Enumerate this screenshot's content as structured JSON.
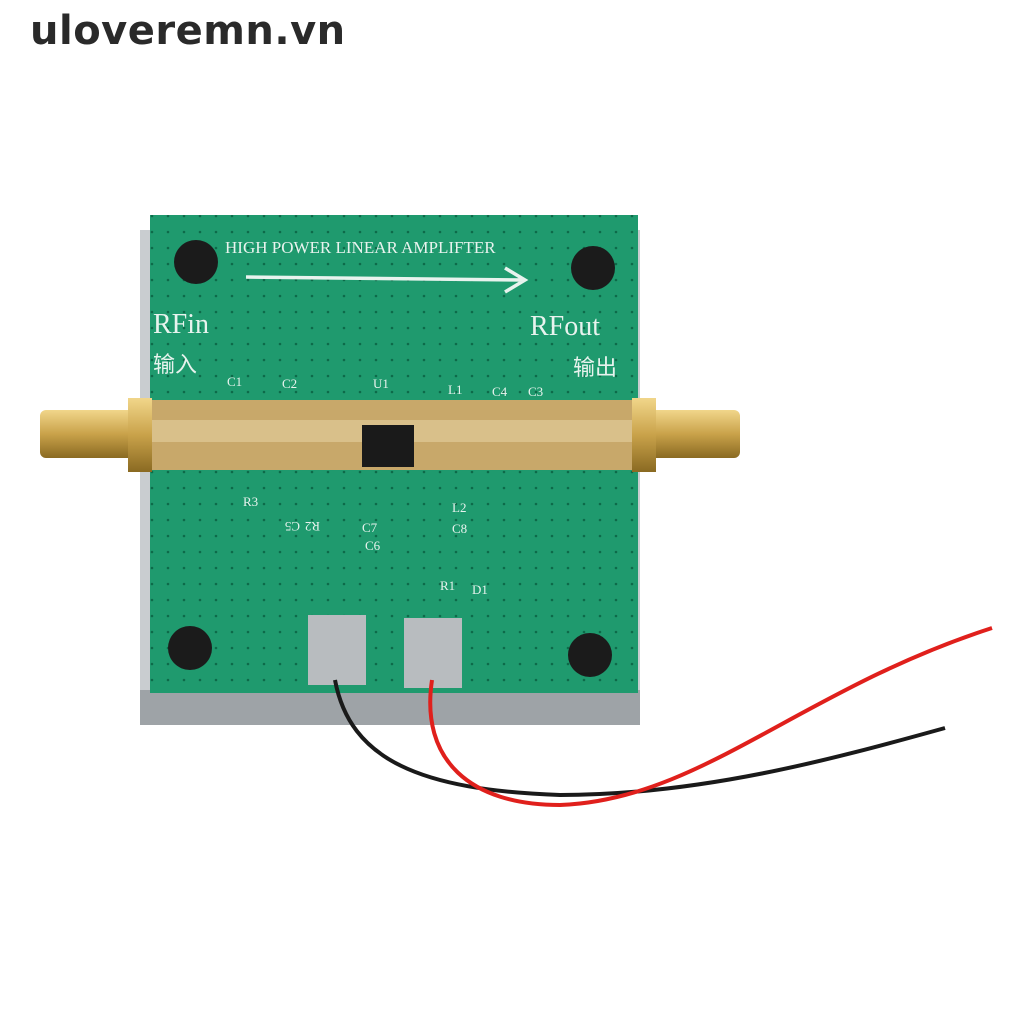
{
  "watermark": "uloveremn.vn",
  "board": {
    "title": "HIGH POWER LINEAR AMPLIFTER",
    "rf_in": "RFin",
    "rf_in_cn": "输入",
    "rf_out": "RFout",
    "rf_out_cn": "输出",
    "labels": {
      "c1": "C1",
      "c2": "C2",
      "u1": "U1",
      "l1": "L1",
      "c4": "C4",
      "c3": "C3",
      "r3": "R3",
      "c5": "C5",
      "r2": "R2",
      "c7": "C7",
      "c6": "C6",
      "l2": "L2",
      "c8": "C8",
      "r1": "R1",
      "d1": "D1"
    }
  },
  "colors": {
    "pcb": "#1f9a6e",
    "heatsink": "#c9cdd0",
    "gold": "#c9a24a",
    "wire_red": "#e0201c",
    "wire_black": "#1a1a1a"
  }
}
